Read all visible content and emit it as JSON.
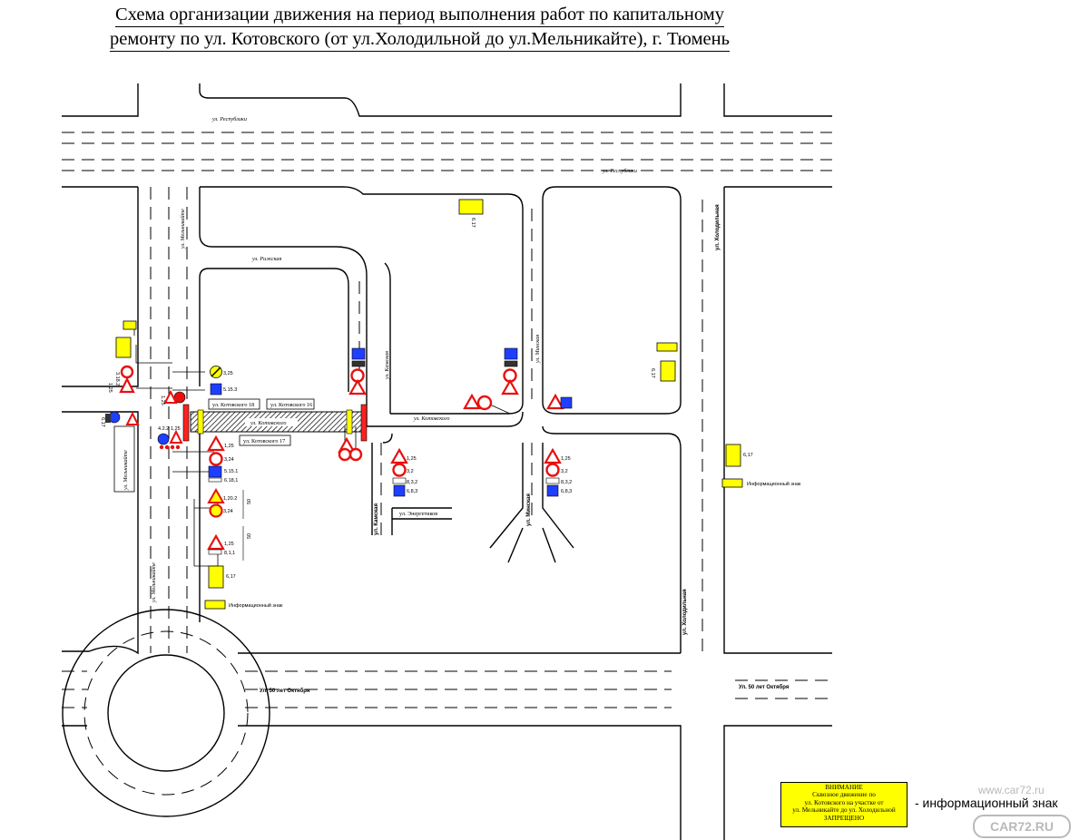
{
  "title": {
    "line1": "Схема организации движения на период выполнения работ по капитальному",
    "line2": "ремонту по ул. Котовского (от ул.Холодильной до ул.Мельникайте), г. Тюмень"
  },
  "streets": {
    "respubliki_top": "ул. Республики",
    "respubliki_bottom": "ул. Республики",
    "rizhskaya": "ул. Рижская",
    "kotovskogo": "ул. Котовского",
    "kotovskogo_work": "ул. Котовского",
    "kamskaya": "ул. Камская",
    "kamskaya_bottom": "ул. Камская",
    "energetikov": "ул. Энергетиков",
    "minskaya": "ул. Минская",
    "minskaya_bottom": "ул. Минская",
    "kholodilnaya_top": "ул. Холодильная",
    "kholodilnaya_bottom": "ул. Холодильная",
    "melnikaite_top": "ул. Мельникайте",
    "melnikaite_mid": "ул. Мельникайте",
    "melnikaite_bottom": "ул. Мельникайте",
    "oktyabrya_left": "Ул. 50 лет Октября",
    "oktyabrya_right": "Ул. 50 лет Октября"
  },
  "buildings": {
    "k18": "ул. Котовского 18",
    "k16": "ул. Котовского 16",
    "k17": "ул. Котовского 17"
  },
  "sign_labels": {
    "s3_25": "3,25",
    "s5_15_3": "5.15.3",
    "s1_25a": "1,25",
    "s3_24a": "3,24",
    "s5_15_1": "5.15.1",
    "s6_18_1": "6.18,1",
    "s1_20_2": "1,20.2",
    "s3_24b": "3,24",
    "s1_25b": "1,25",
    "s8_1_1": "8,1,1",
    "s6_17_left": "6,17",
    "s6_17_right": "6,17",
    "s6_17_top": "6.17",
    "s6_17_topleft": "6.17",
    "s6_17_mid": "6.17",
    "s4_2_2": "4.2.2",
    "s1_25c": "1,25",
    "s3_18_2": "3.18.2",
    "s1_25d": "1,25",
    "s1_25_right1": "1,25",
    "s3_2_right1": "3,2",
    "s8_3_2_right1": "8,3,2",
    "s6_8_3_right1": "6,8,3",
    "s1_25_right2": "1,25",
    "s3_2_right2": "3,2",
    "s8_3_2_right2": "8,3,2",
    "s6_8_3_right2": "6,8,3",
    "dist1": "50",
    "dist2": "50",
    "info_sign": "Информационный знак"
  },
  "notice": {
    "line1": "ВНИМАНИЕ",
    "line2": "Сквозное движение по",
    "line3": "ул. Котовского на участке от",
    "line4": "ул. Мельникайте до ул. Холодильной",
    "line5": "ЗАПРЕЩЕНО"
  },
  "legend_text": "- информационный знак",
  "watermark": {
    "url": "www.car72.ru",
    "logo": "CAR72.RU"
  },
  "colors": {
    "sign_yellow": "#ffff00",
    "sign_blue": "#1f3fff",
    "sign_red": "#e81010"
  }
}
